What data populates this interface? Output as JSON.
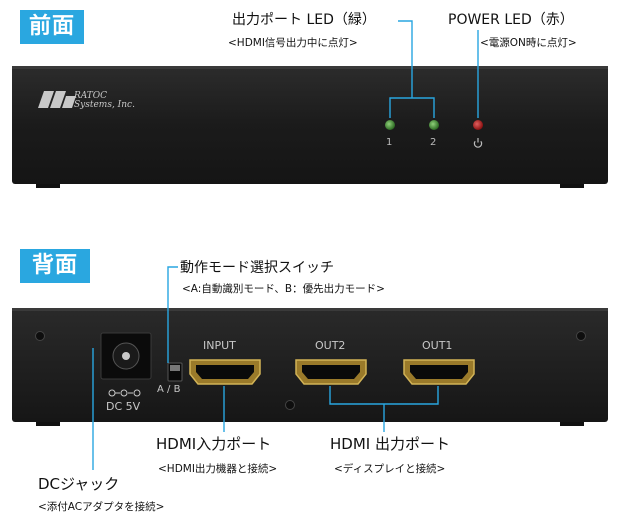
{
  "front": {
    "badge": "前面",
    "output_led_title": "出力ポート LED（緑）",
    "output_led_note": "<HDMI信号出力中に点灯>",
    "power_led_title": "POWER LED（赤）",
    "power_led_note": "<電源ON時に点灯>",
    "brand_line1": "RATOC",
    "brand_line2": "Systems, Inc.",
    "led_labels": [
      "1",
      "2"
    ],
    "colors": {
      "green_led": "#3a7a2a",
      "red_led": "#a81818"
    }
  },
  "back": {
    "badge": "背面",
    "mode_switch_title": "動作モード選択スイッチ",
    "mode_switch_note": "<A:自動識別モード、B：優先出力モード>",
    "switch_label": "A / B",
    "dc_label": "DC 5V",
    "port_labels": {
      "input": "INPUT",
      "out2": "OUT2",
      "out1": "OUT1"
    },
    "hdmi_input_title": "HDMI入力ポート",
    "hdmi_input_note": "<HDMI出力機器と接続>",
    "hdmi_output_title": "HDMI 出力ポート",
    "hdmi_output_note": "<ディスプレイと接続>",
    "dc_jack_title": "DCジャック",
    "dc_jack_note": "<添付ACアダプタを接続>"
  },
  "colors": {
    "accent": "#2aa7e0",
    "leader": "#29a6e0"
  }
}
